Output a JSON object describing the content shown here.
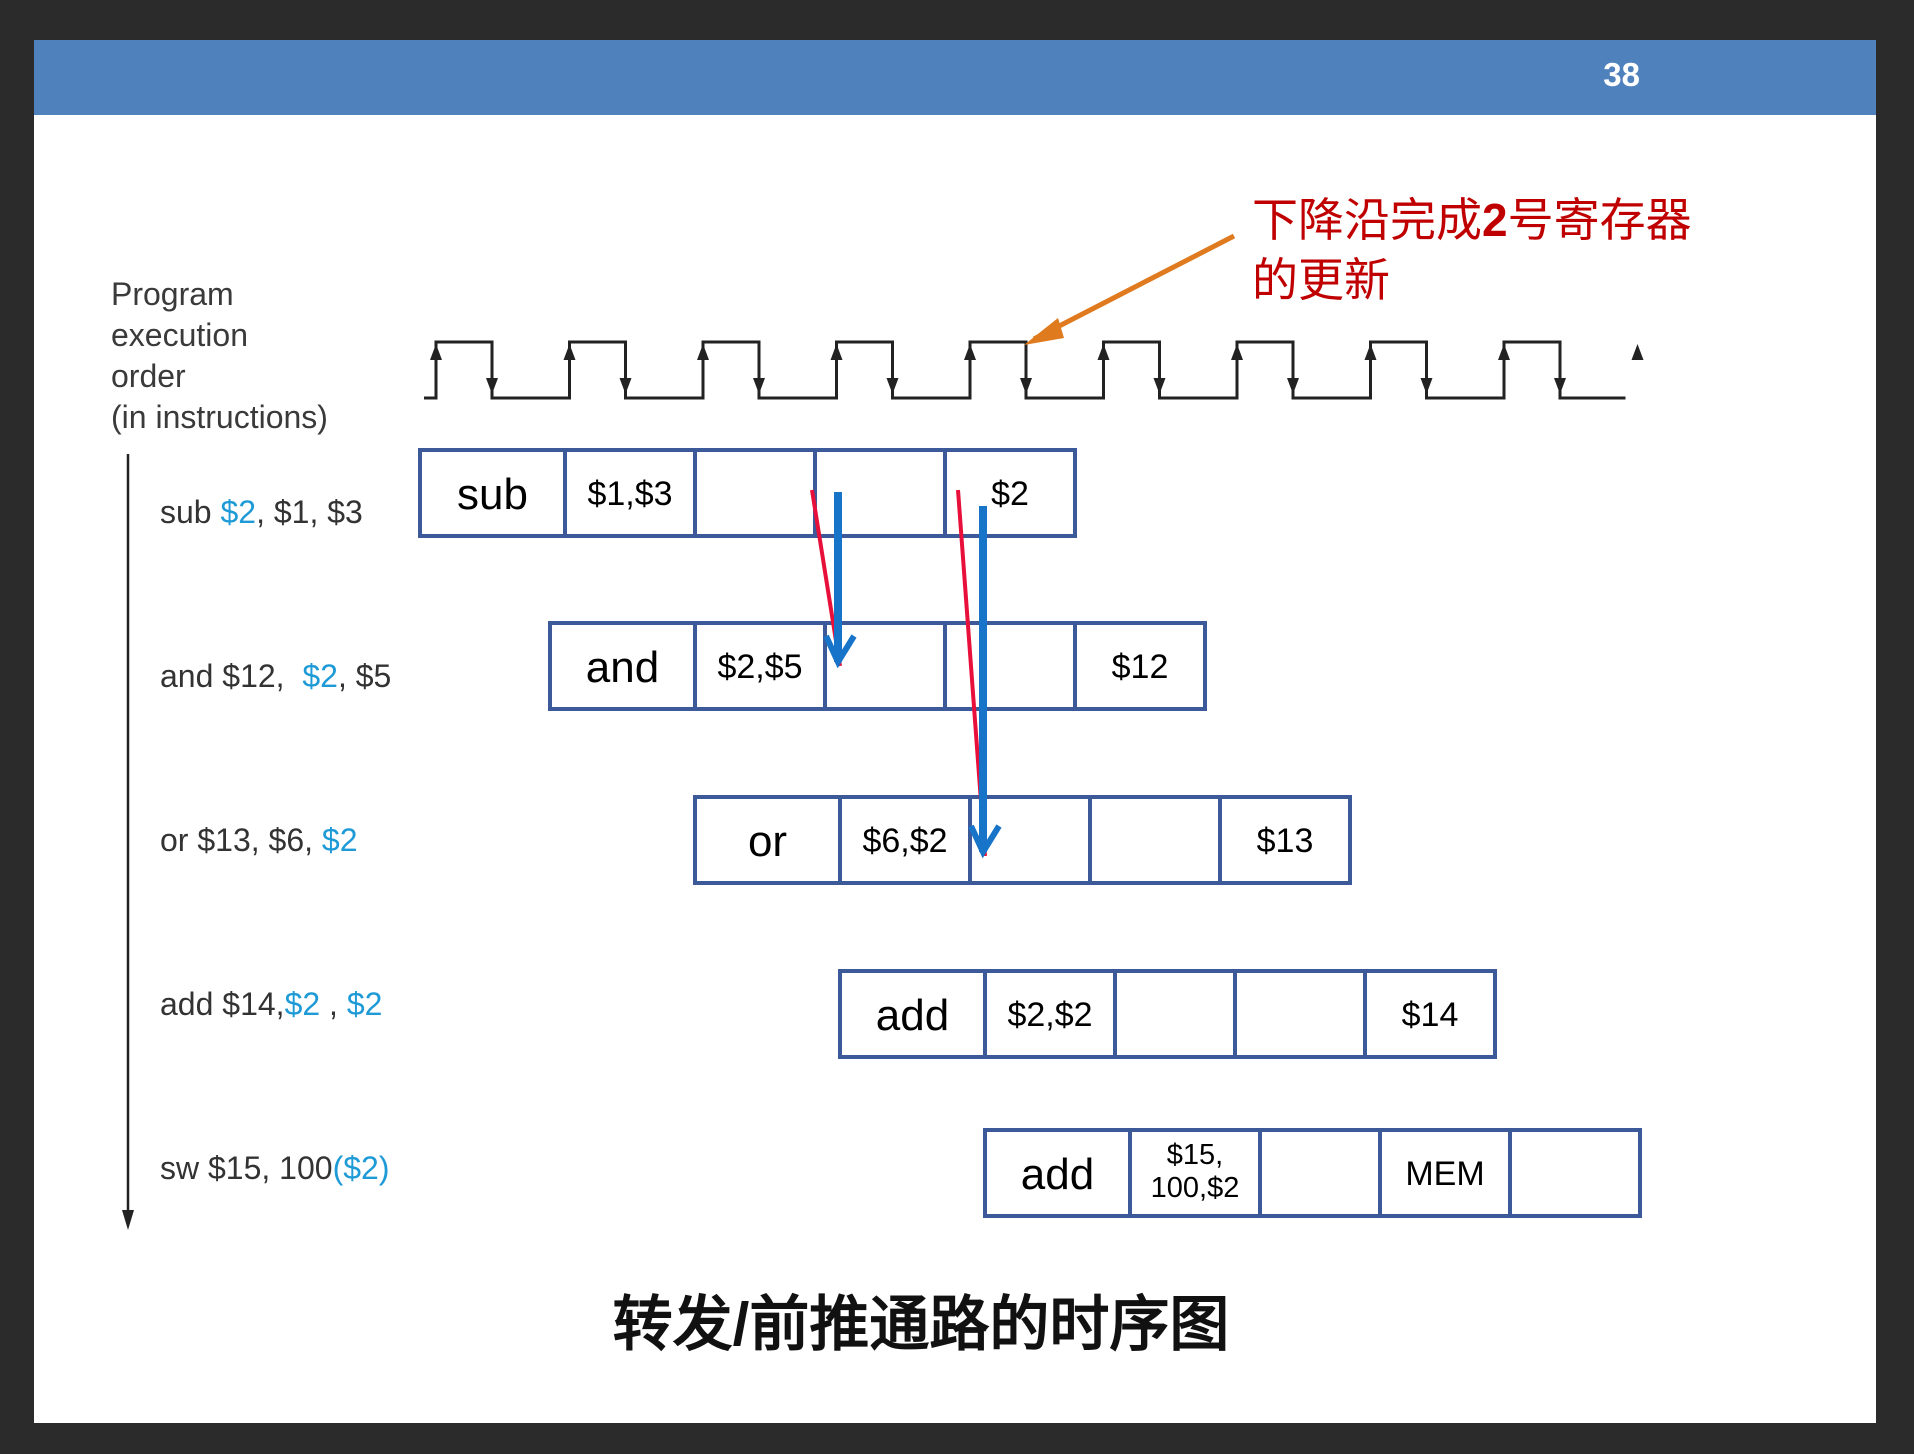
{
  "slide": {
    "page_number": "38"
  },
  "axis_label": [
    "Program",
    "execution",
    "order",
    "(in instructions)"
  ],
  "instructions": [
    {
      "id": "sub",
      "parts": [
        {
          "text": "sub ",
          "highlight": false
        },
        {
          "text": "$2",
          "highlight": true
        },
        {
          "text": ", $1, $3",
          "highlight": false
        }
      ]
    },
    {
      "id": "and",
      "parts": [
        {
          "text": "and $12,  ",
          "highlight": false
        },
        {
          "text": "$2",
          "highlight": true
        },
        {
          "text": ", $5",
          "highlight": false
        }
      ]
    },
    {
      "id": "or",
      "parts": [
        {
          "text": "or $13, $6, ",
          "highlight": false
        },
        {
          "text": "$2",
          "highlight": true
        }
      ]
    },
    {
      "id": "add",
      "parts": [
        {
          "text": "add $14,",
          "highlight": false
        },
        {
          "text": "$2",
          "highlight": true
        },
        {
          "text": " , ",
          "highlight": false
        },
        {
          "text": "$2",
          "highlight": true
        }
      ]
    },
    {
      "id": "sw",
      "parts": [
        {
          "text": "sw $15, 100",
          "highlight": false
        },
        {
          "text": "($2)",
          "highlight": true
        }
      ]
    }
  ],
  "pipeline_rows": [
    {
      "cells": [
        {
          "text": "sub",
          "size": "big"
        },
        {
          "text": "$1,$3",
          "size": "small"
        },
        {
          "text": ""
        },
        {
          "text": ""
        },
        {
          "text": "$2",
          "size": "small"
        }
      ]
    },
    {
      "cells": [
        {
          "text": "and",
          "size": "big"
        },
        {
          "text": "$2,$5",
          "size": "small"
        },
        {
          "text": ""
        },
        {
          "text": ""
        },
        {
          "text": "$12",
          "size": "small"
        }
      ]
    },
    {
      "cells": [
        {
          "text": "or",
          "size": "big"
        },
        {
          "text": "$6,$2",
          "size": "small"
        },
        {
          "text": ""
        },
        {
          "text": ""
        },
        {
          "text": "$13",
          "size": "small"
        }
      ]
    },
    {
      "cells": [
        {
          "text": "add",
          "size": "big"
        },
        {
          "text": "$2,$2",
          "size": "small"
        },
        {
          "text": ""
        },
        {
          "text": ""
        },
        {
          "text": "$14",
          "size": "small"
        }
      ]
    },
    {
      "cells": [
        {
          "text": "add",
          "size": "big"
        },
        {
          "text": [
            "$15,",
            "100,$2"
          ],
          "size": "tiny"
        },
        {
          "text": ""
        },
        {
          "text": "MEM",
          "size": "small"
        },
        {
          "text": ""
        }
      ]
    }
  ],
  "annotation": {
    "lines": [
      "下降沿完成",
      "2",
      "号寄存器",
      "的更新"
    ]
  },
  "caption": "转发/前推通路的时序图",
  "colors": {
    "header": "#4f81bd",
    "highlight": "#1e9ad6",
    "forward_red": "#e8103a",
    "forward_blue": "#1874c8",
    "annotation_arrow": "#e07a1f",
    "annotation_text": "#c00000"
  }
}
